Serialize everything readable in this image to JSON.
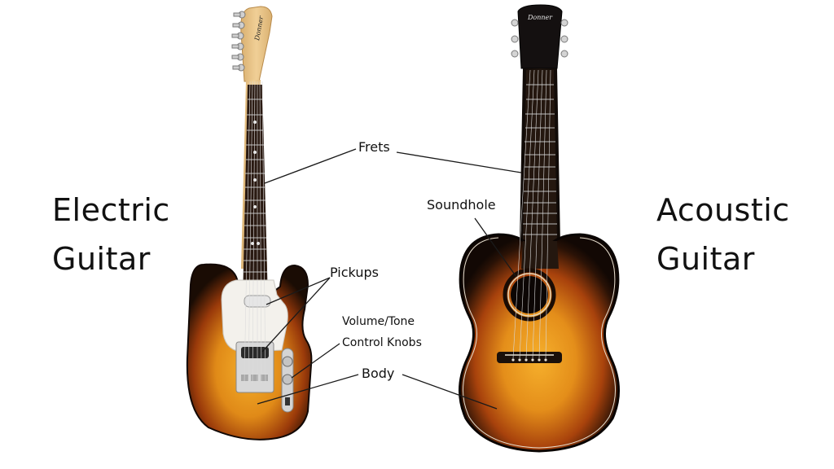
{
  "titles": {
    "electric_line1": "Electric",
    "electric_line2": "Guitar",
    "acoustic_line1": "Acoustic",
    "acoustic_line2": "Guitar"
  },
  "callouts": {
    "frets": "Frets",
    "soundhole": "Soundhole",
    "pickups": "Pickups",
    "volume_tone": "Volume/Tone",
    "control_knobs": "Control Knobs",
    "body": "Body"
  },
  "brand": {
    "electric_headstock": "Donner",
    "acoustic_headstock": "Donner"
  },
  "colors": {
    "sunburst_dark": "#1a0c04",
    "sunburst_mid": "#a8420c",
    "sunburst_light": "#f0a020",
    "fretboard": "#2a1a12",
    "maple": "#e8c489",
    "pickguard": "#f3f1ec",
    "leader_line": "#1a1a1a"
  }
}
